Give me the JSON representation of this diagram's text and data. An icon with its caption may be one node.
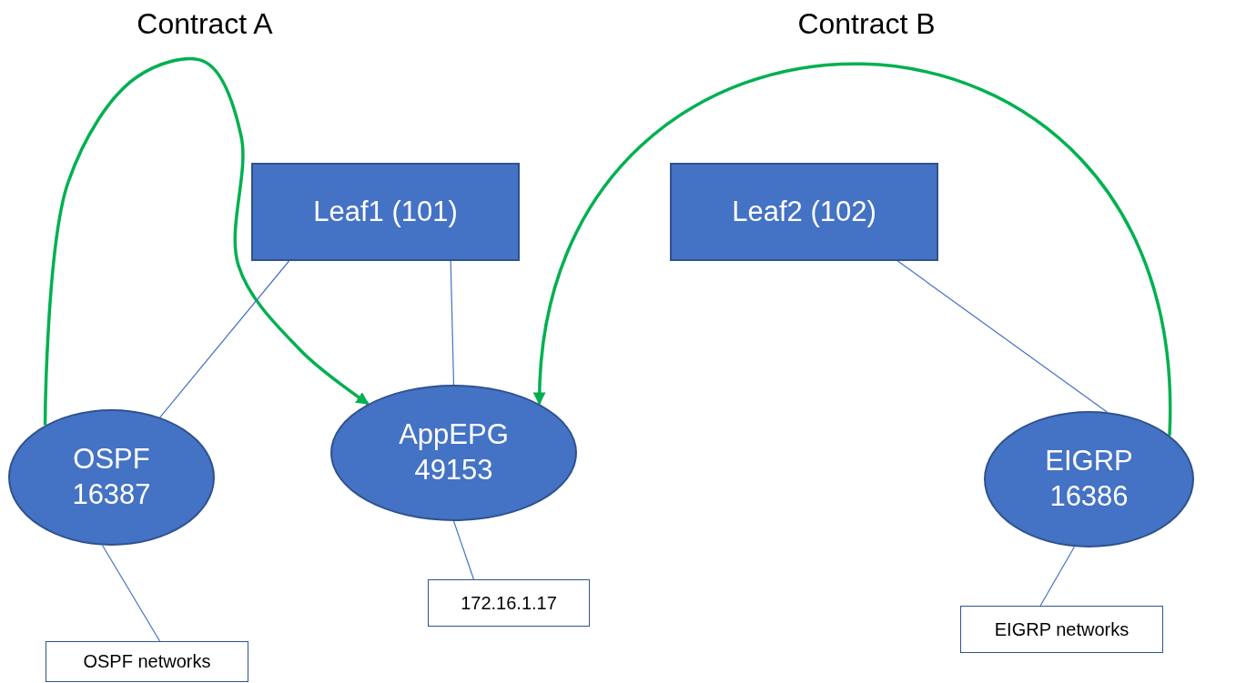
{
  "diagram": {
    "nodes": [
      {
        "text": [
          "Leaf1 (101)"
        ]
      },
      {
        "text": [
          "Leaf2 (102)"
        ]
      },
      {
        "text": [
          "OSPF 16387"
        ]
      },
      {
        "text": [
          "AppEPG 49153"
        ]
      },
      {
        "text": [
          "EIGRP 16386"
        ]
      },
      {
        "text": [
          "172.16.1.17"
        ]
      },
      {
        "text": [
          "EIGRP networks"
        ]
      },
      {
        "text": [
          "OSPF networks"
        ]
      }
    ],
    "edges": [
      {
        "from": 2,
        "to": 3,
        "arrow": "to",
        "label": "Contract A",
        "color": "#00b050",
        "style": "thick"
      },
      {
        "from": 4,
        "to": 3,
        "arrow": "to",
        "label": "Contract B",
        "color": "#00b050",
        "style": "thick"
      },
      {
        "from": 0,
        "to": 2,
        "arrow": "none"
      },
      {
        "from": 0,
        "to": 3,
        "arrow": "none"
      },
      {
        "from": 1,
        "to": 4,
        "arrow": "none"
      },
      {
        "from": 2,
        "to": 7,
        "arrow": "none"
      },
      {
        "from": 3,
        "to": 5,
        "arrow": "none"
      },
      {
        "from": 4,
        "to": 6,
        "arrow": "none"
      }
    ]
  }
}
